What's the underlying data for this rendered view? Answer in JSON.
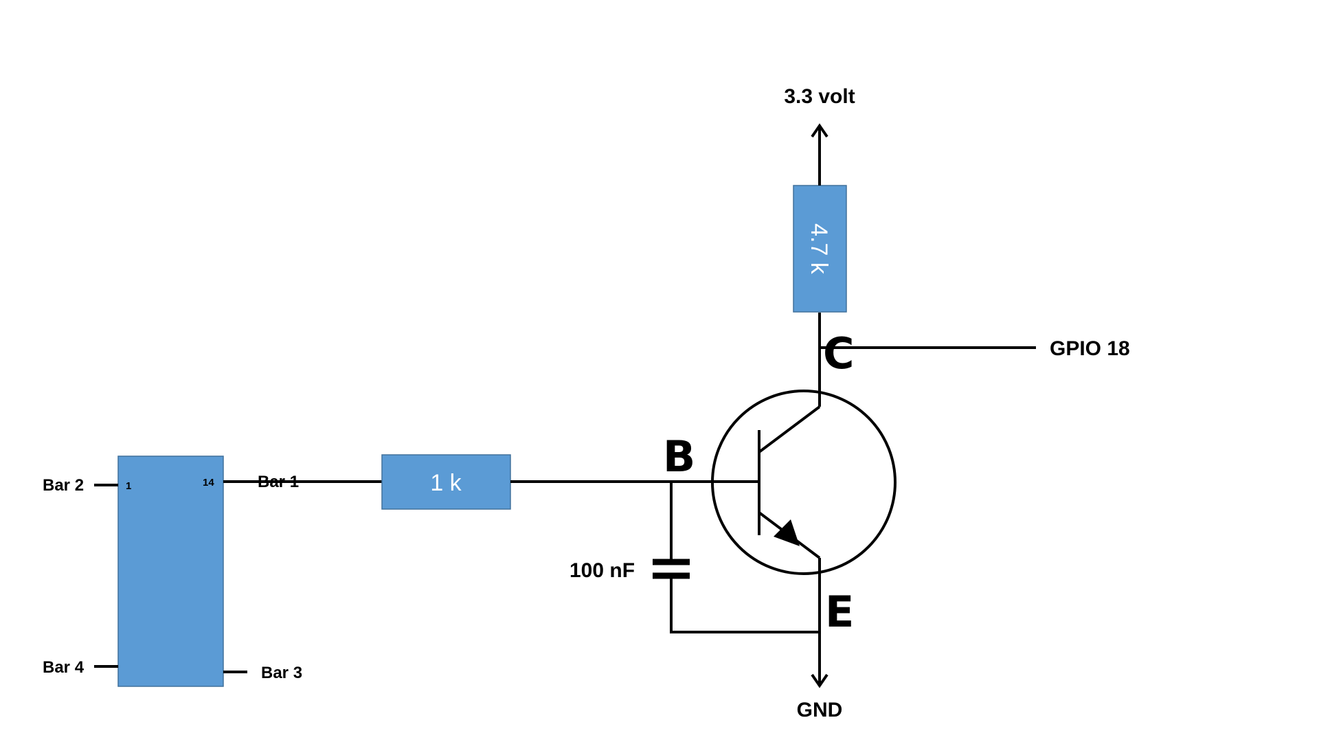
{
  "colors": {
    "component_fill": "#5b9bd5",
    "component_stroke": "#41719c",
    "wire": "#000000",
    "background": "#ffffff"
  },
  "ic": {
    "pin_left_top": "1",
    "pin_right_top": "14",
    "label_left_top": "Bar 2",
    "label_right_top": "Bar 1",
    "label_left_bottom": "Bar 4",
    "label_right_bottom": "Bar 3"
  },
  "resistor_base": {
    "value": "1 k"
  },
  "resistor_collector": {
    "value": "4.7 k"
  },
  "capacitor": {
    "value": "100 nF"
  },
  "transistor": {
    "type_icon": "npn-transistor-icon",
    "base_label": "B",
    "collector_label": "C",
    "emitter_label": "E"
  },
  "supply": {
    "label": "3.3 volt"
  },
  "ground": {
    "label": "GND"
  },
  "output": {
    "label": "GPIO 18"
  }
}
